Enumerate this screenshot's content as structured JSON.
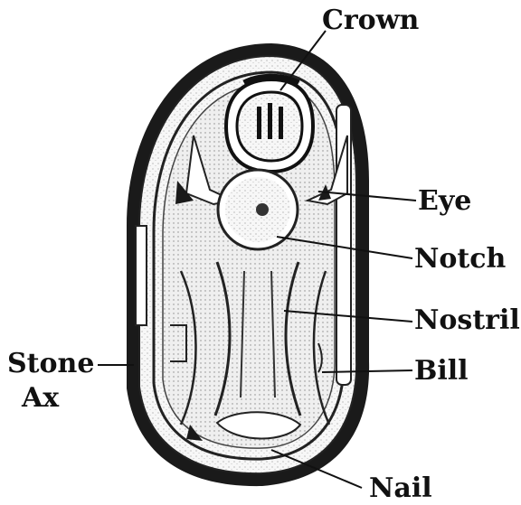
{
  "diagram": {
    "labels": {
      "crown": "Crown",
      "eye": "Eye",
      "notch": "Notch",
      "nostril": "Nostril",
      "bill": "Bill",
      "stone_ax_line1": "Stone",
      "stone_ax_line2": "Ax",
      "nail": "Nail"
    }
  }
}
